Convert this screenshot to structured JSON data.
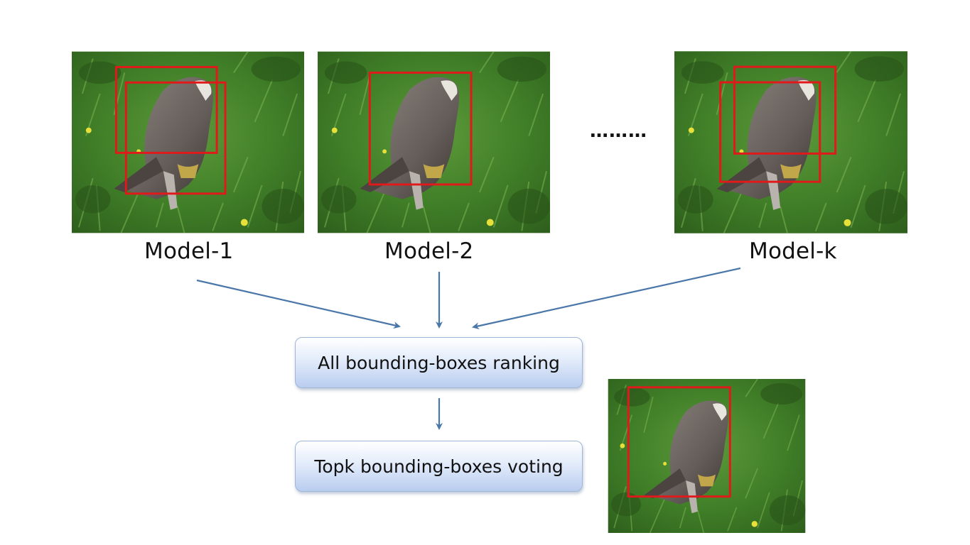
{
  "models": [
    {
      "label": "Model-1"
    },
    {
      "label": "Model-2"
    },
    {
      "label": "Model-k"
    }
  ],
  "ellipsis": "………",
  "steps": {
    "ranking": "All bounding-boxes ranking",
    "voting": "Topk bounding-boxes voting"
  },
  "colors": {
    "box_stroke": "#e0191b",
    "arrow": "#4a76a8",
    "grass": "#4c8a2e",
    "bird": "#6f6864"
  },
  "icons": {
    "image": "bird-in-grass-photo",
    "arrow": "arrow-down-icon"
  }
}
